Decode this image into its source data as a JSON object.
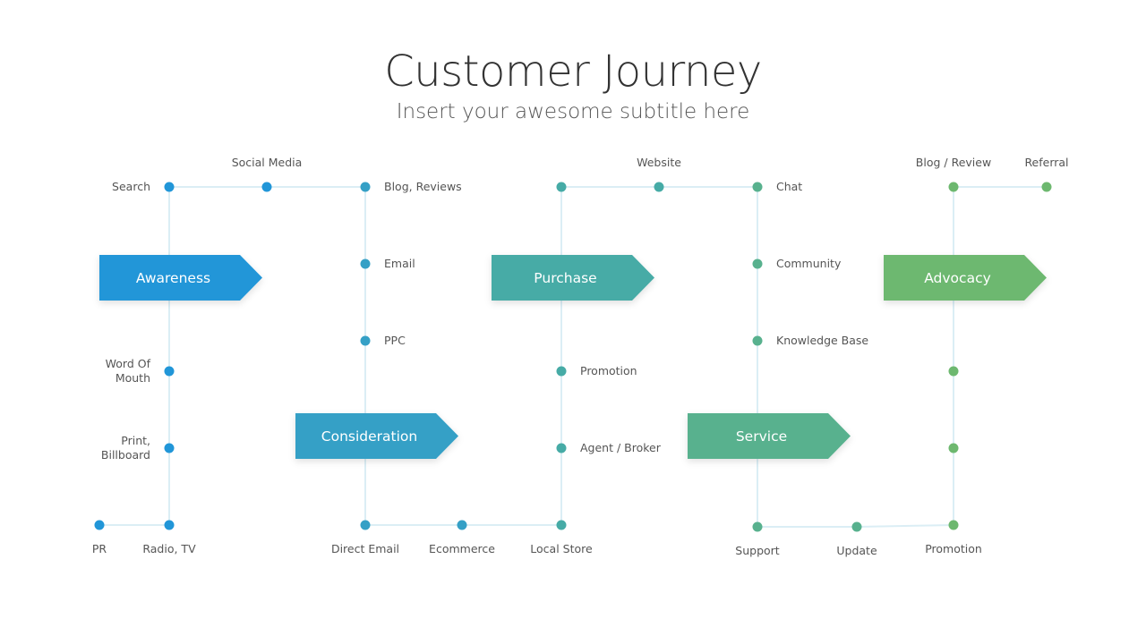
{
  "header": {
    "title": "Customer Journey",
    "subtitle": "Insert your awesome subtitle here"
  },
  "colors": {
    "line": "#dbeef5",
    "awareness": "#2196d8",
    "consideration": "#35a0c6",
    "purchase": "#46aba6",
    "service": "#58b18e",
    "advocacy": "#6db86f"
  },
  "stages": [
    {
      "id": "awareness",
      "label": "Awareness"
    },
    {
      "id": "consideration",
      "label": "Consideration"
    },
    {
      "id": "purchase",
      "label": "Purchase"
    },
    {
      "id": "service",
      "label": "Service"
    },
    {
      "id": "advocacy",
      "label": "Advocacy"
    }
  ],
  "touchpoints": [
    {
      "stage": "awareness",
      "labels": [
        "PR"
      ]
    },
    {
      "stage": "awareness",
      "labels": [
        "Radio, TV"
      ]
    },
    {
      "stage": "awareness",
      "labels": [
        "Print,",
        "Billboard"
      ]
    },
    {
      "stage": "awareness",
      "labels": [
        "Word Of",
        "Mouth"
      ]
    },
    {
      "stage": "awareness",
      "labels": [
        "Search"
      ]
    },
    {
      "stage": "awareness",
      "labels": [
        "Social Media"
      ]
    },
    {
      "stage": "consideration",
      "labels": [
        "Blog, Reviews"
      ]
    },
    {
      "stage": "consideration",
      "labels": [
        "Email"
      ]
    },
    {
      "stage": "consideration",
      "labels": [
        "PPC"
      ]
    },
    {
      "stage": "consideration",
      "labels": [
        "Direct Email"
      ]
    },
    {
      "stage": "consideration",
      "labels": [
        "Ecommerce"
      ]
    },
    {
      "stage": "purchase",
      "labels": [
        "Local Store"
      ]
    },
    {
      "stage": "purchase",
      "labels": [
        "Agent / Broker"
      ]
    },
    {
      "stage": "purchase",
      "labels": [
        "Promotion"
      ]
    },
    {
      "stage": "purchase",
      "labels": []
    },
    {
      "stage": "purchase",
      "labels": [
        "Website"
      ]
    },
    {
      "stage": "service",
      "labels": [
        "Chat"
      ]
    },
    {
      "stage": "service",
      "labels": [
        "Community"
      ]
    },
    {
      "stage": "service",
      "labels": [
        "Knowledge Base"
      ]
    },
    {
      "stage": "service",
      "labels": [
        "Support"
      ]
    },
    {
      "stage": "service",
      "labels": [
        "Update"
      ]
    },
    {
      "stage": "advocacy",
      "labels": [
        "Promotion"
      ]
    },
    {
      "stage": "advocacy",
      "labels": []
    },
    {
      "stage": "advocacy",
      "labels": []
    },
    {
      "stage": "advocacy",
      "labels": [
        "Blog / Review"
      ]
    },
    {
      "stage": "advocacy",
      "labels": [
        "Referral"
      ]
    }
  ]
}
